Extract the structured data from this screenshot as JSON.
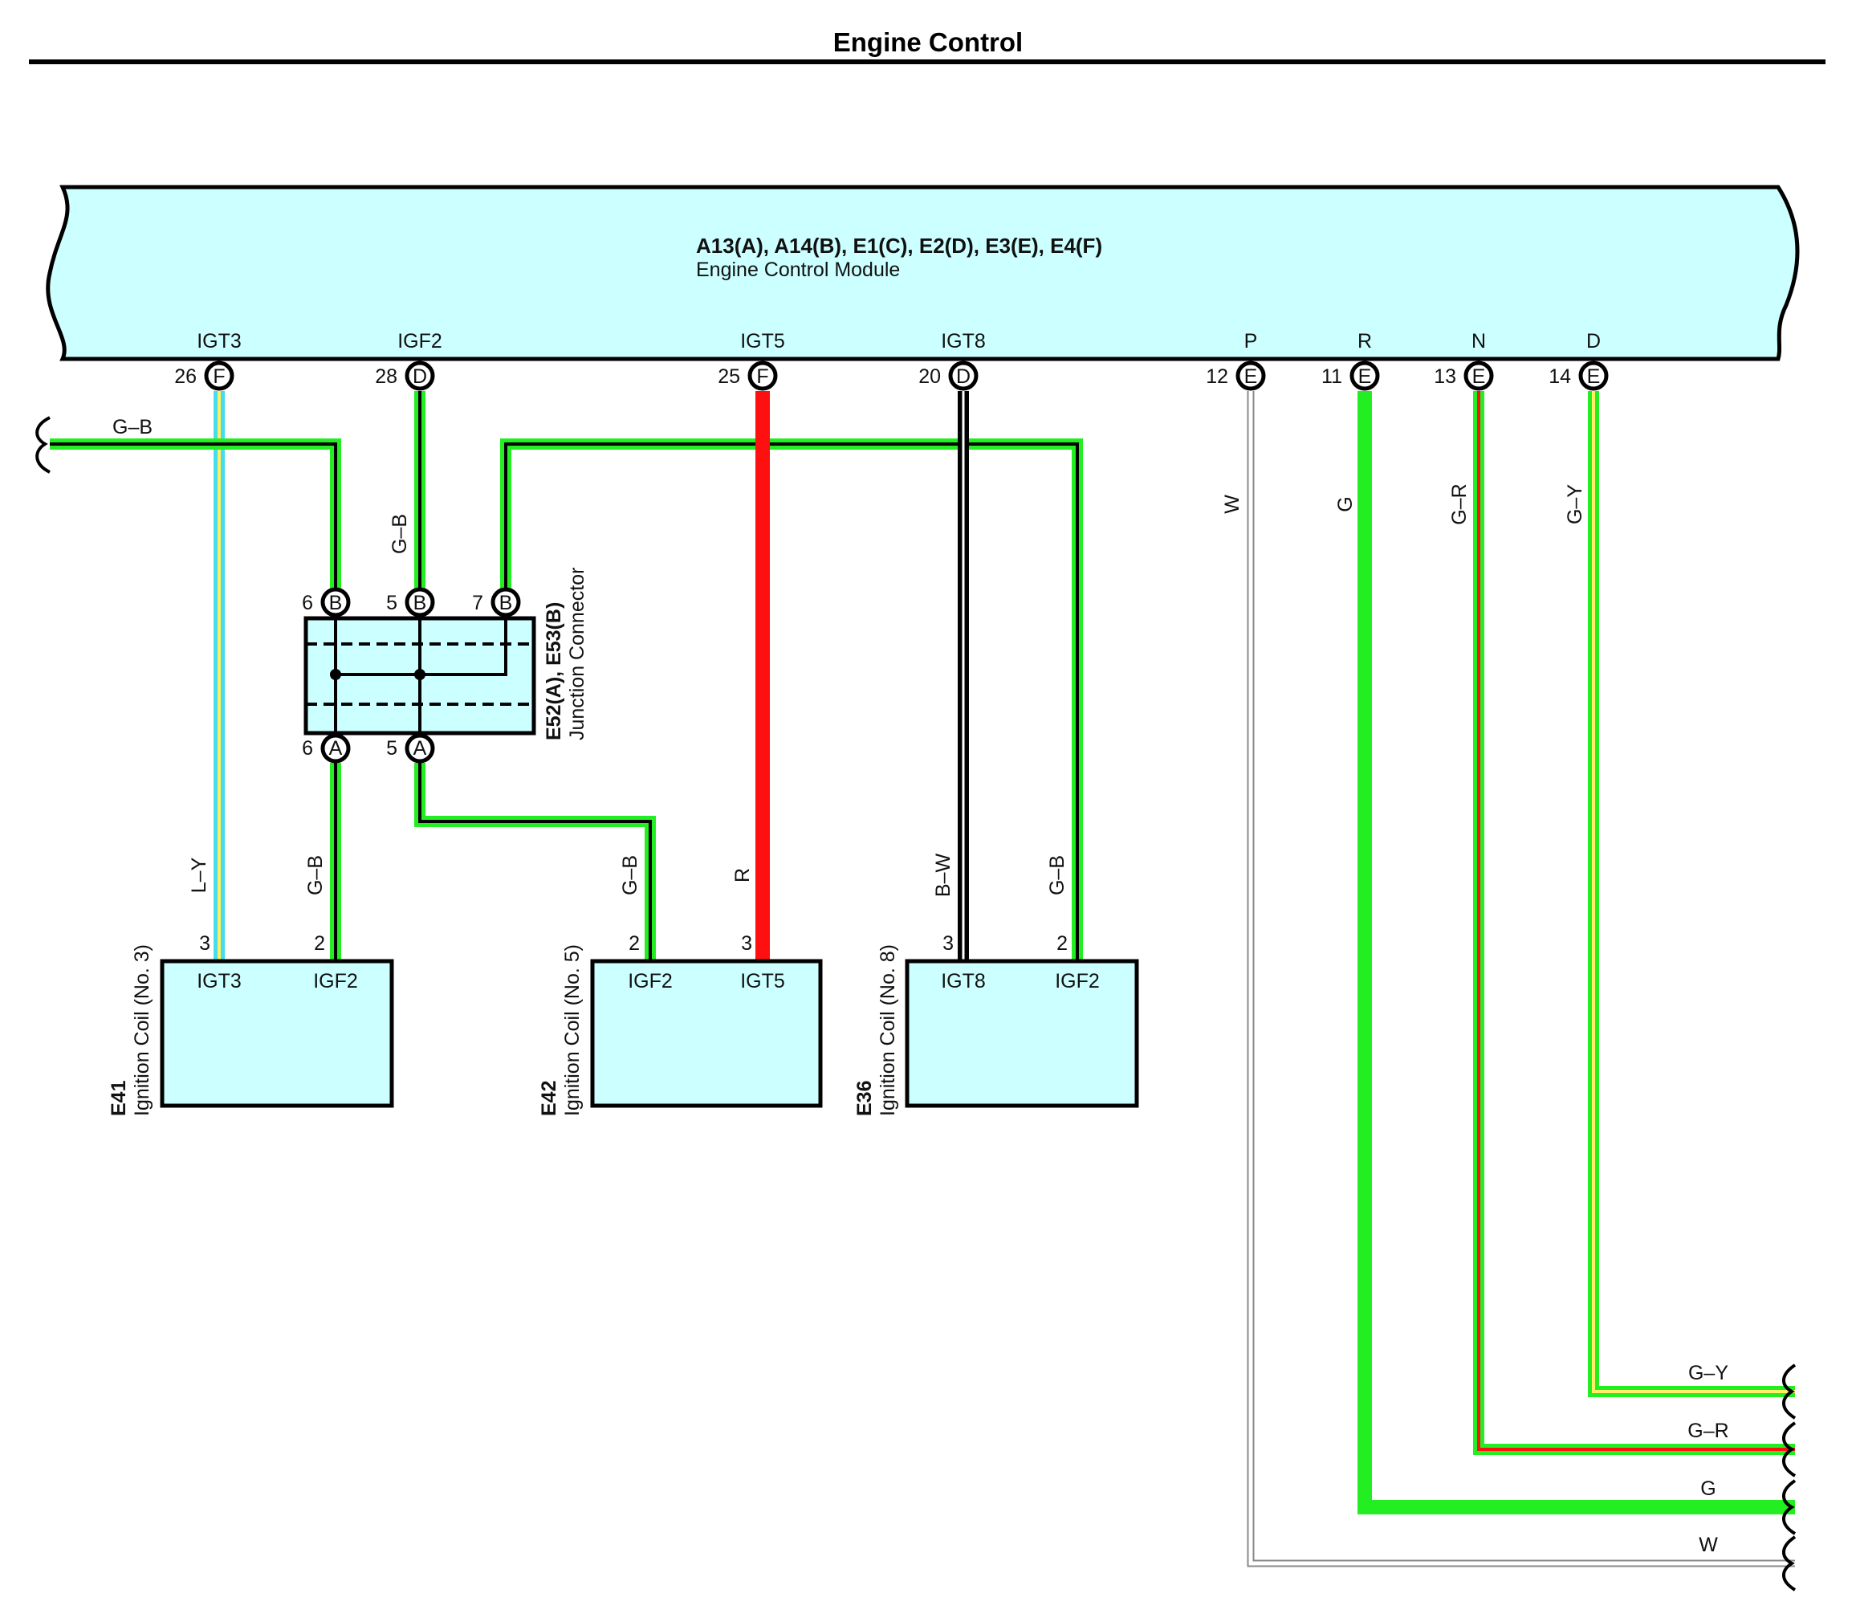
{
  "page": {
    "title": "Engine Control"
  },
  "ecm": {
    "connectors": "A13(A), A14(B), E1(C), E2(D), E3(E), E4(F)",
    "name": "Engine Control Module",
    "pins": [
      {
        "label": "IGT3",
        "num": "26",
        "conn": "F"
      },
      {
        "label": "IGF2",
        "num": "28",
        "conn": "D"
      },
      {
        "label": "IGT5",
        "num": "25",
        "conn": "F"
      },
      {
        "label": "IGT8",
        "num": "20",
        "conn": "D"
      },
      {
        "label": "P",
        "num": "12",
        "conn": "E"
      },
      {
        "label": "R",
        "num": "11",
        "conn": "E"
      },
      {
        "label": "N",
        "num": "13",
        "conn": "E"
      },
      {
        "label": "D",
        "num": "14",
        "conn": "E"
      }
    ]
  },
  "junction": {
    "code": "E52(A), E53(B)",
    "name": "Junction Connector",
    "top_pins": [
      {
        "num": "6",
        "conn": "B"
      },
      {
        "num": "5",
        "conn": "B"
      },
      {
        "num": "7",
        "conn": "B"
      }
    ],
    "bottom_pins": [
      {
        "num": "6",
        "conn": "A"
      },
      {
        "num": "5",
        "conn": "A"
      }
    ]
  },
  "coils": [
    {
      "code": "E41",
      "name": "Ignition Coil (No. 3)",
      "pins": [
        {
          "num": "3",
          "label": "IGT3"
        },
        {
          "num": "2",
          "label": "IGF2"
        }
      ]
    },
    {
      "code": "E42",
      "name": "Ignition Coil (No. 5)",
      "pins": [
        {
          "num": "2",
          "label": "IGF2"
        },
        {
          "num": "3",
          "label": "IGT5"
        }
      ]
    },
    {
      "code": "E36",
      "name": "Ignition Coil (No. 8)",
      "pins": [
        {
          "num": "3",
          "label": "IGT8"
        },
        {
          "num": "2",
          "label": "IGF2"
        }
      ]
    }
  ],
  "wire_labels": {
    "gb_left": "G–B",
    "gb_igf2": "G–B",
    "w": "W",
    "g": "G",
    "gr": "G–R",
    "gy": "G–Y",
    "ly_coil3": "L–Y",
    "gb_coil3": "G–B",
    "gb_coil5": "G–B",
    "r_coil5": "R",
    "bw_coil8": "B–W",
    "gb_coil8": "G–B",
    "gy_right": "G–Y",
    "gr_right": "G–R",
    "g_right": "G",
    "w_right": "W"
  },
  "colors": {
    "ecm_fill": "#ccffff",
    "green": "#22ee22",
    "red": "#ff1010",
    "black": "#000000",
    "light_blue": "#44ddee",
    "yellow": "#ffee66",
    "white_wire": "#ffffff",
    "gray": "#888888"
  }
}
